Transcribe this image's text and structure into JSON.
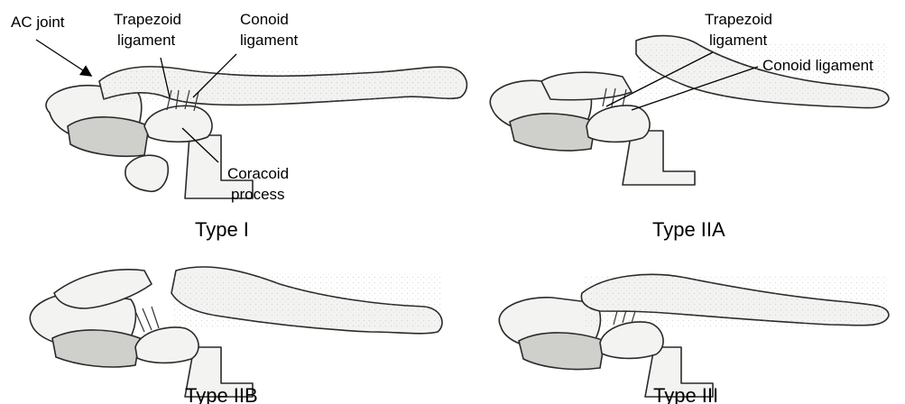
{
  "panels": [
    {
      "caption": "Type I",
      "labels": {
        "ac_joint": "AC joint",
        "trapezoid": [
          "Trapezoid",
          "ligament"
        ],
        "conoid": [
          "Conoid",
          "ligament"
        ],
        "coracoid": [
          "Coracoid",
          "process"
        ]
      }
    },
    {
      "caption": "Type IIA",
      "labels": {
        "trapezoid": [
          "Trapezoid",
          "ligament"
        ],
        "conoid": "Conoid ligament"
      }
    },
    {
      "caption": "Type IIB"
    },
    {
      "caption": "Type III"
    }
  ]
}
